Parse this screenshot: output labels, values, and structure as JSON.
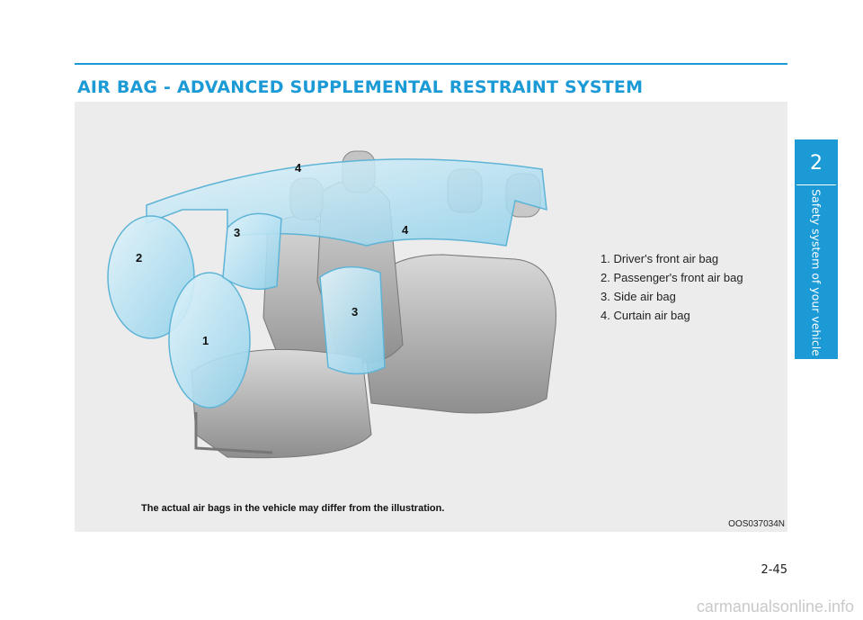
{
  "header": {
    "title": "AIR BAG - ADVANCED SUPPLEMENTAL RESTRAINT SYSTEM"
  },
  "figure": {
    "callouts": [
      "4",
      "3",
      "2",
      "4",
      "3",
      "1"
    ],
    "legend": [
      "1. Driver's front air bag",
      "2. Passenger's front air bag",
      "3. Side air bag",
      "4. Curtain air bag"
    ],
    "disclaimer": "The actual air bags in the vehicle may differ from the illustration.",
    "figure_code": "OOS037034N"
  },
  "side_tab": {
    "chapter_number": "2",
    "chapter_title": "Safety system of your vehicle"
  },
  "footer": {
    "page_number": "2-45",
    "watermark": "carmanualsonline.info"
  },
  "colors": {
    "accent": "#1b9ad6",
    "airbag": "#9fd8ef",
    "seat": "#a9a9a9"
  }
}
